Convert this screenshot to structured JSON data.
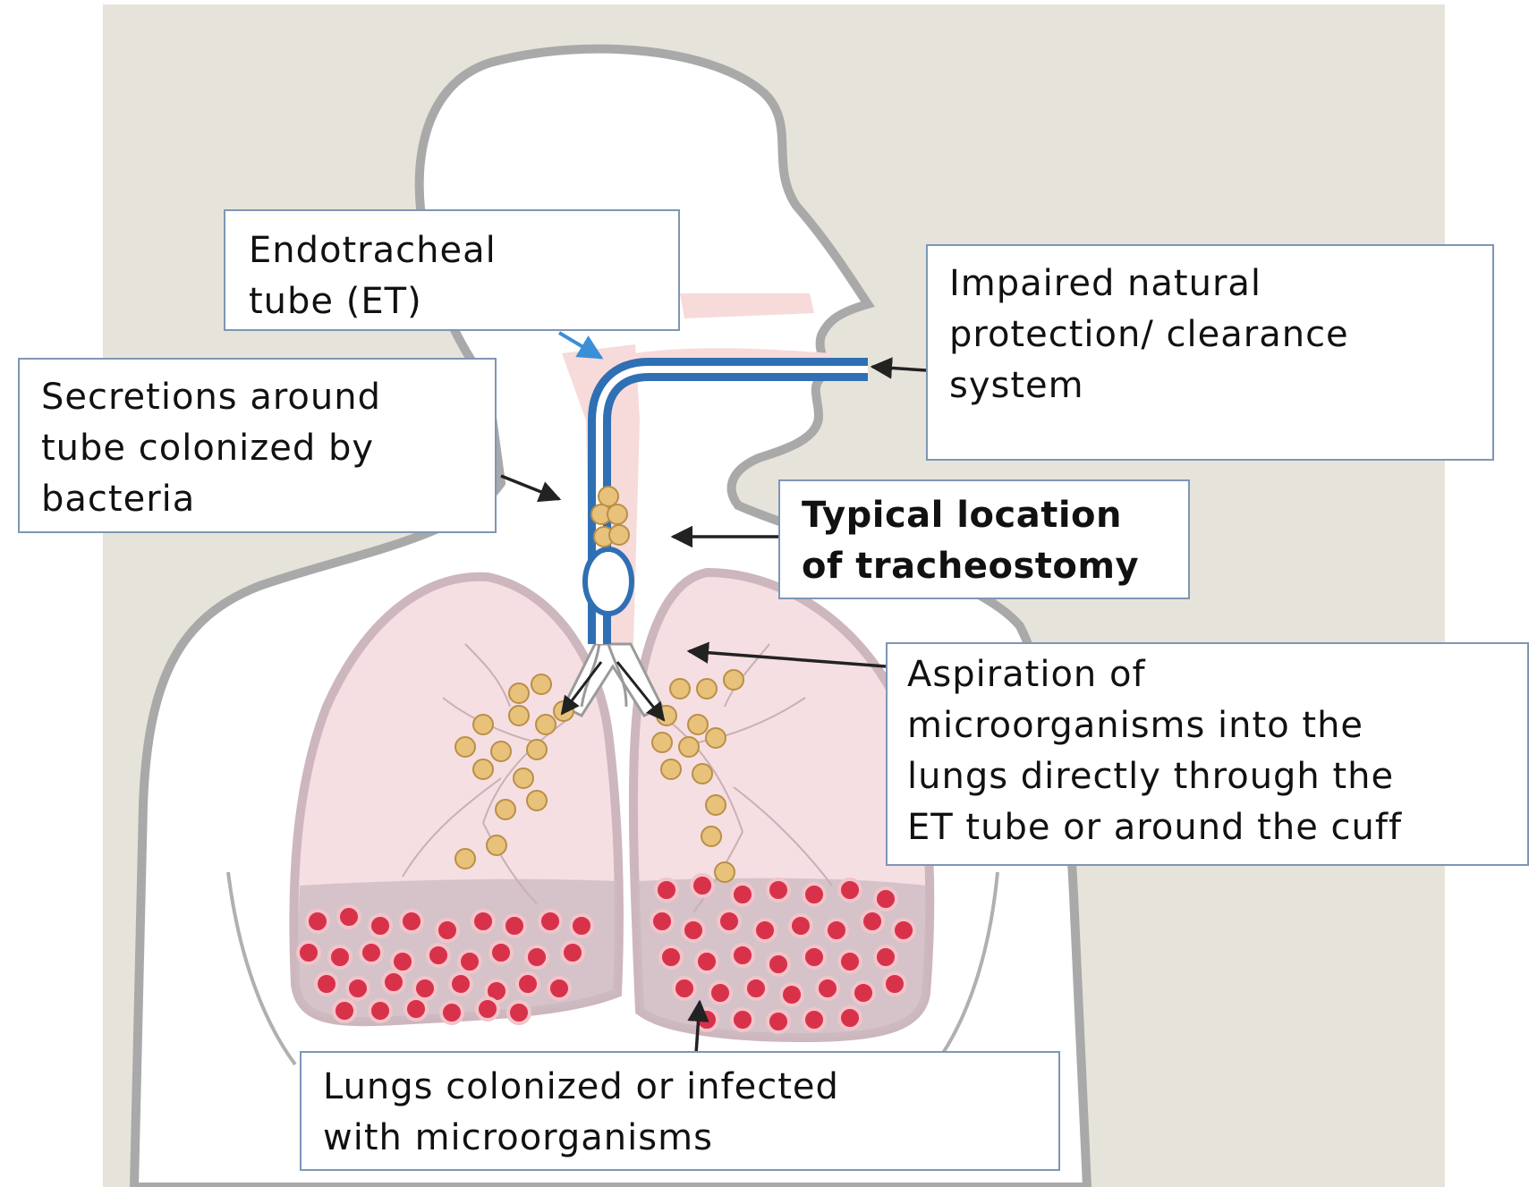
{
  "labels": {
    "endotracheal": [
      "Endotracheal",
      "tube (ET)"
    ],
    "impaired": [
      "Impaired natural",
      "protection/ clearance",
      "system"
    ],
    "secretions": [
      "Secretions around",
      "tube colonized by",
      "bacteria"
    ],
    "tracheostomy": [
      "Typical location",
      "of tracheostomy"
    ],
    "aspiration": [
      "Aspiration of",
      "microorganisms into the",
      "lungs directly through the",
      "ET tube or around the cuff"
    ],
    "lungs_colonized": [
      "Lungs colonized or infected",
      "with microorganisms"
    ]
  },
  "colors": {
    "background": "#e6e4da",
    "body_outline": "#a9a9a9",
    "body_fill": "#ffffff",
    "airway": "#f7dada",
    "lung_fill": "#f6dfe3",
    "lung_edge": "#cdb6bd",
    "tube": "#2f6fb4",
    "bacteria_yellow": "#e8c27a",
    "bacteria_red": "#d8324a",
    "label_border": "#7e96b4",
    "arrow_dark": "#222222",
    "arrow_blue": "#3a8fd6"
  }
}
